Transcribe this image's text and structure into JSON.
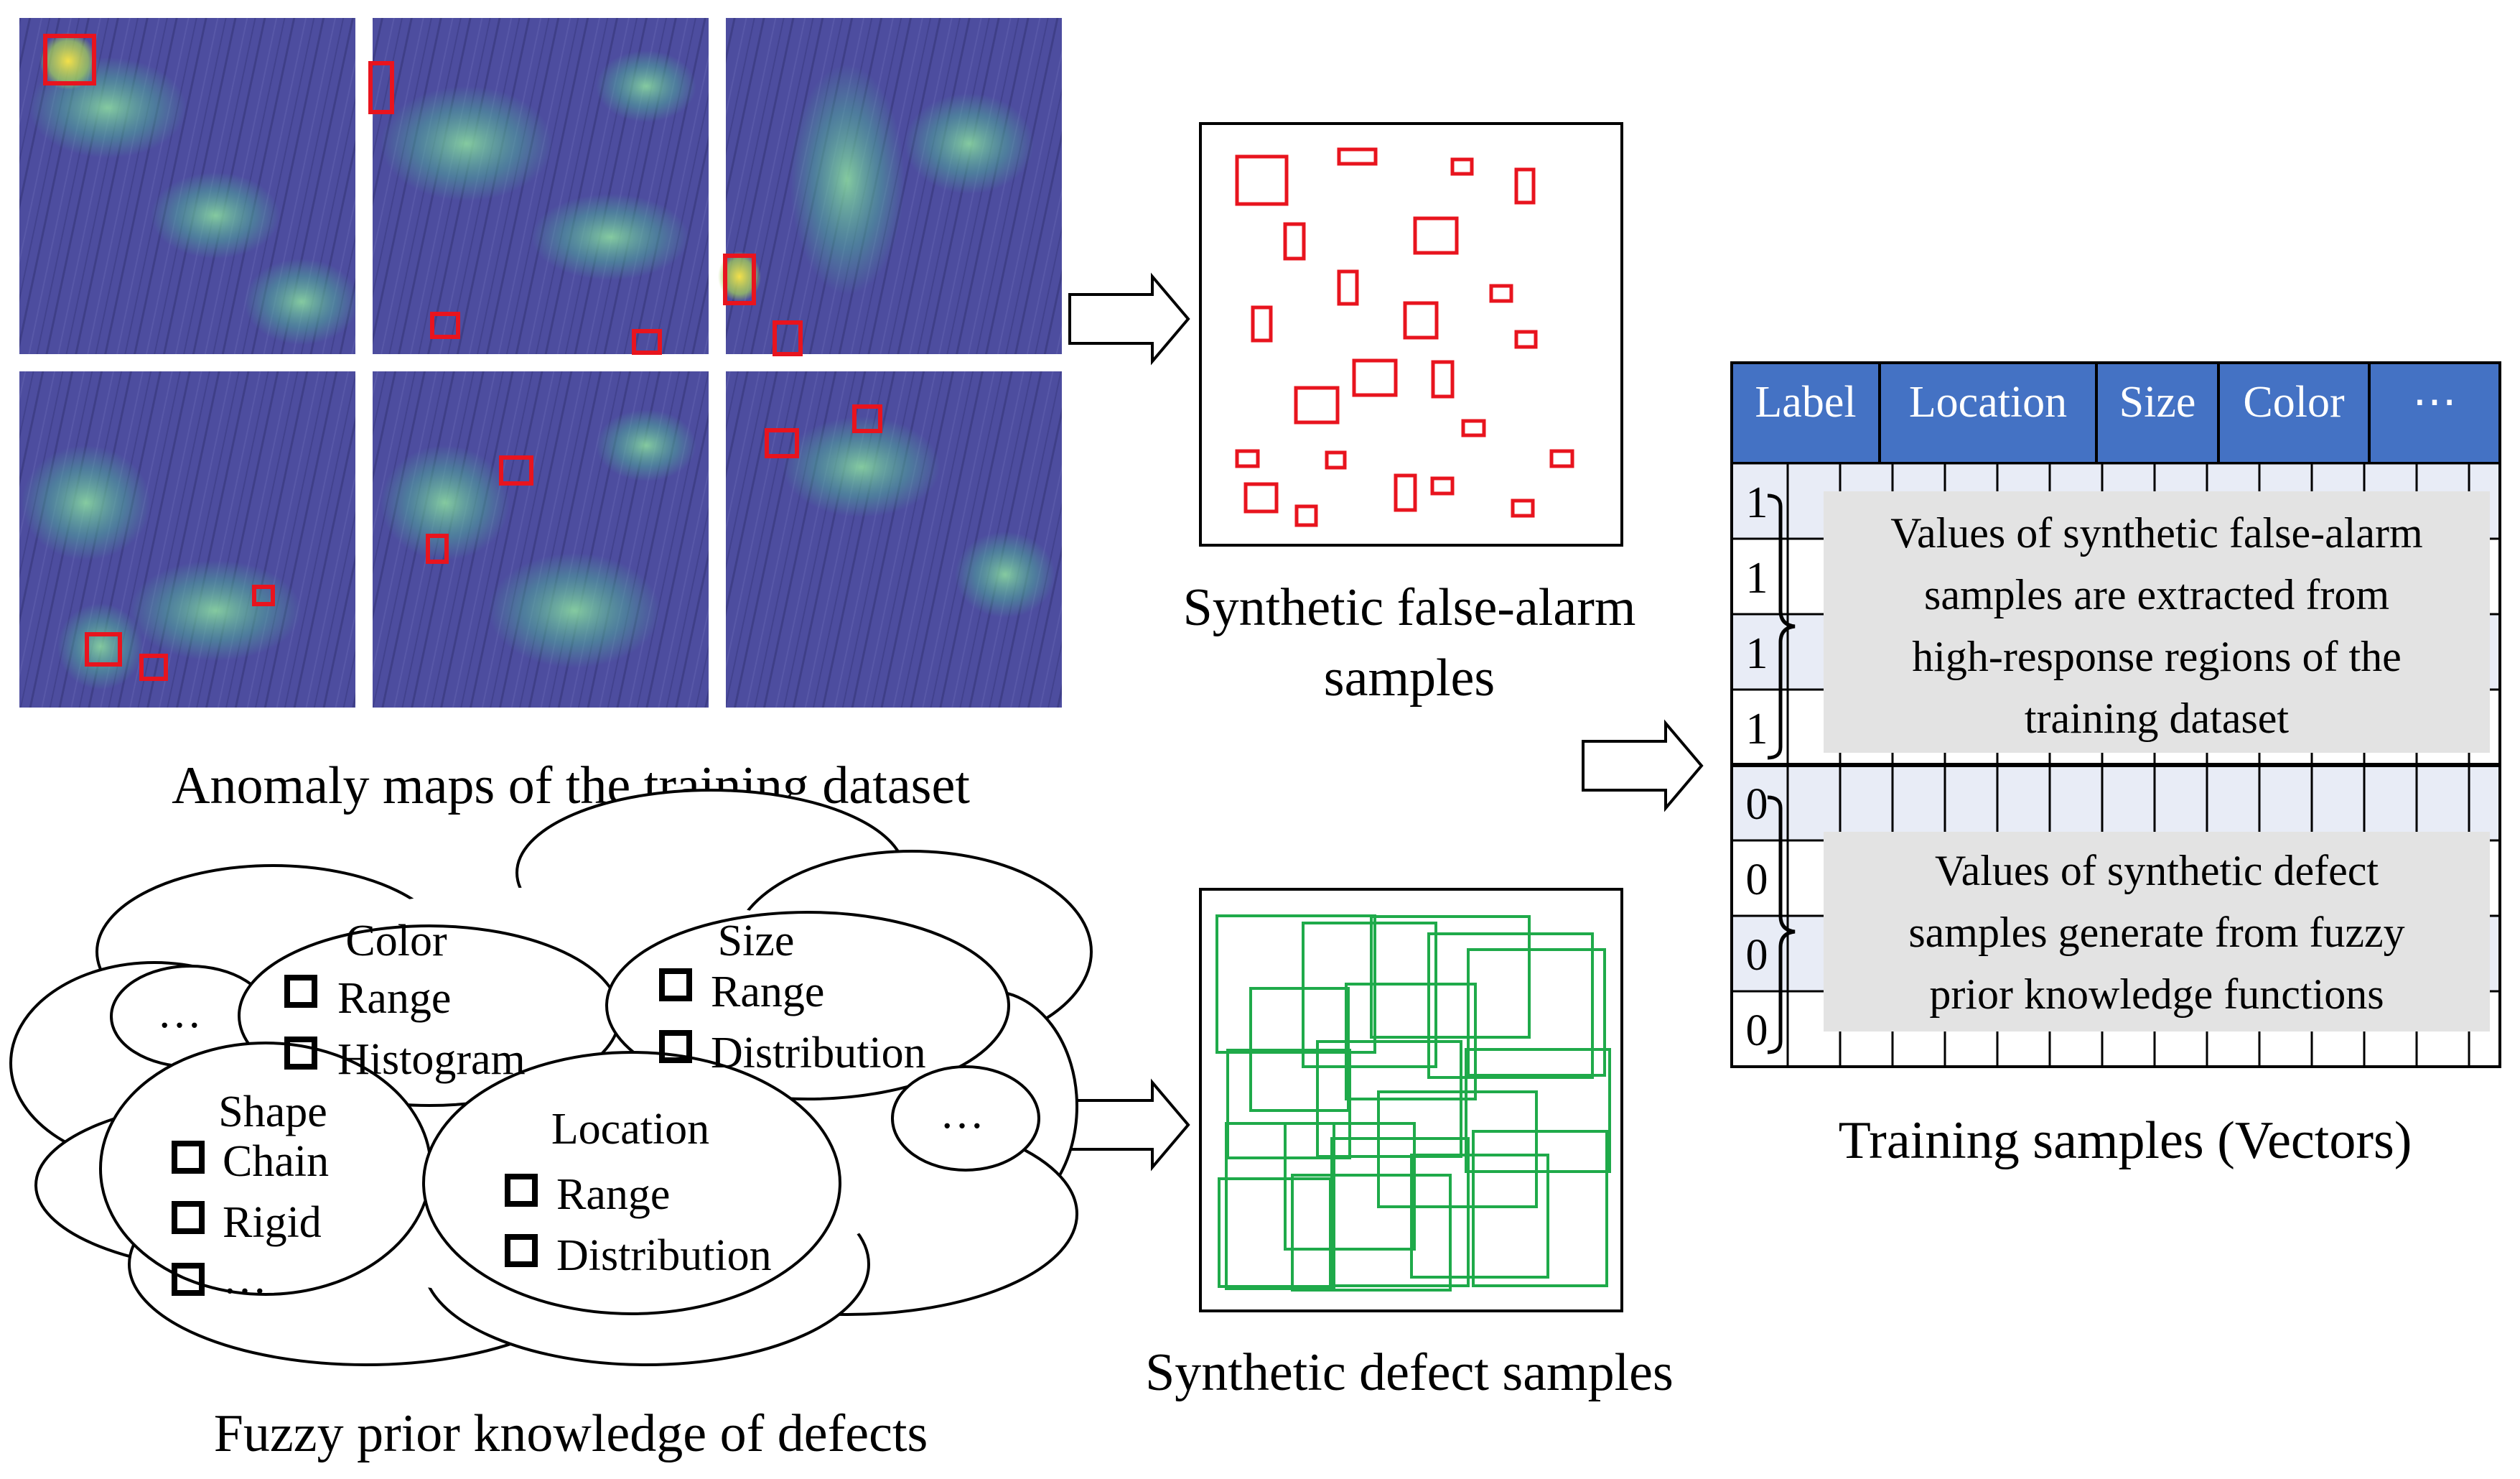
{
  "anomaly_maps": {
    "caption": "Anomaly maps of the training dataset",
    "tile_color": "#4b4a9c",
    "highlight_color": "#5fbf96",
    "box_color": "#e8141e"
  },
  "false_alarm": {
    "caption_line1": "Synthetic false-alarm",
    "caption_line2": "samples",
    "box_color": "#e8141e"
  },
  "defect": {
    "caption": "Synthetic defect samples",
    "box_color": "#1faa4a"
  },
  "knowledge": {
    "caption": "Fuzzy prior knowledge of defects",
    "color": {
      "title": "Color",
      "items": [
        "Range",
        "Histogram"
      ]
    },
    "size": {
      "title": "Size",
      "items": [
        "Range",
        "Distribution"
      ]
    },
    "shape": {
      "title": "Shape",
      "items": [
        "Chain",
        "Rigid",
        "…"
      ]
    },
    "location": {
      "title": "Location",
      "items": [
        "Range",
        "Distribution"
      ]
    },
    "more_left": "…",
    "more_right": "…"
  },
  "training": {
    "caption": "Training samples (Vectors)",
    "header_color": "#4472c4",
    "row_tint": "#e8ecf6",
    "note_bg": "#e3e3e3",
    "headers": [
      "Label",
      "Location",
      "Size",
      "Color",
      "⋯"
    ],
    "labels_top": [
      "1",
      "1",
      "1",
      "1"
    ],
    "labels_bottom": [
      "0",
      "0",
      "0",
      "0"
    ],
    "note_top": [
      "Values of synthetic false-alarm",
      "samples are extracted from",
      "high-response regions of the",
      "training dataset"
    ],
    "note_bottom": [
      "Values of synthetic defect",
      "samples generate from fuzzy",
      "prior knowledge functions"
    ]
  }
}
